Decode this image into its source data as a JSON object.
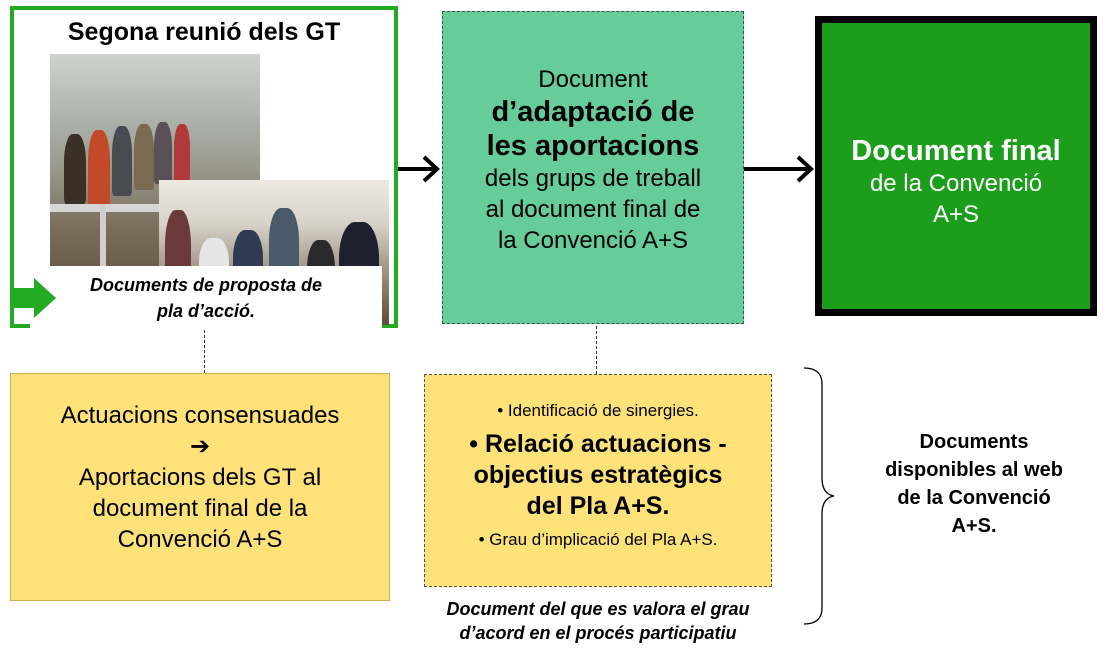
{
  "meeting": {
    "title": "Segona reunió dels GT",
    "caption_line1": "Documents de proposta de",
    "caption_line2": "pla d’acció."
  },
  "adaptation": {
    "line1": "Document",
    "line2": "d’adaptació de",
    "line3": "les aportacions",
    "line4": "dels grups de treball",
    "line5": "al document final de",
    "line6": "la Convenció A+S"
  },
  "final": {
    "line1": "Document final",
    "line2": "de la Convenció",
    "line3": "A+S"
  },
  "consensus": {
    "line1": "Actuacions consensuades",
    "arrow": "➔",
    "line2": "Aportacions dels GT al",
    "line3": "document final de la",
    "line4": "Convenció A+S"
  },
  "synergy": {
    "bullet1": "• Identificació de sinergies.",
    "bullet2_line1": "• Relació actuacions -",
    "bullet2_line2": "objectius estratègics",
    "bullet2_line3": "del Pla A+S.",
    "bullet3": "• Grau d’implicació del Pla A+S."
  },
  "valued_doc": {
    "line1": "Document del que es valora el grau",
    "line2": "d’acord en el procés participatiu"
  },
  "docs_web": {
    "line1": "Documents",
    "line2": "disponibles al web",
    "line3": "de la Convenció",
    "line4": "A+S."
  },
  "colors": {
    "green_border": "#22aa22",
    "teal_box": "#66cc99",
    "final_box": "#1c9e1c",
    "yellow_box": "#fde27a"
  }
}
